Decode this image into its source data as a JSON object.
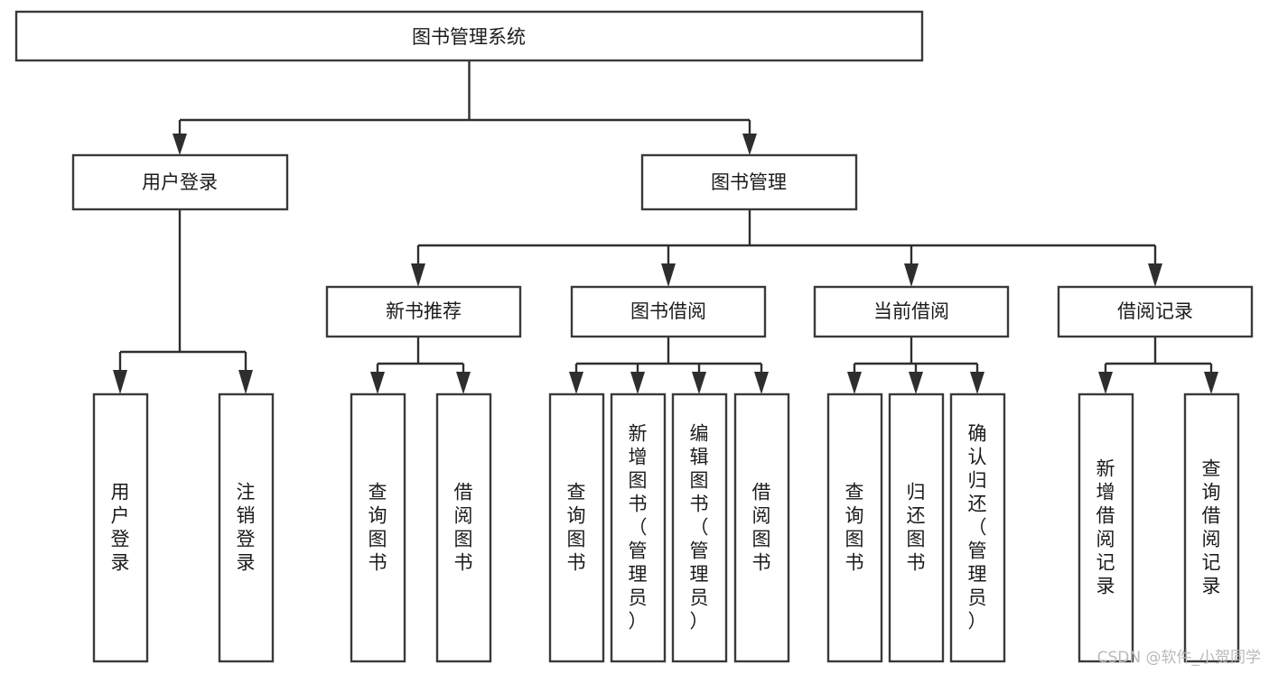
{
  "diagram": {
    "type": "tree-hierarchy",
    "title": "图书管理系统",
    "orientation": "top-down",
    "colors": {
      "box_fill": "#ffffff",
      "box_stroke": "#3a3a3a",
      "connector": "#2e2e2e",
      "text": "#1b1b1b",
      "watermark": "#b9b9b9",
      "background": "#ffffff"
    },
    "root": {
      "label": "图书管理系统"
    },
    "level2": [
      {
        "label": "用户登录"
      },
      {
        "label": "图书管理"
      }
    ],
    "level3": [
      {
        "label": "新书推荐"
      },
      {
        "label": "图书借阅"
      },
      {
        "label": "当前借阅"
      },
      {
        "label": "借阅记录"
      }
    ],
    "leaves": {
      "user_login": [
        {
          "label": "用户登录"
        },
        {
          "label": "注销登录"
        }
      ],
      "new_book_recommend": [
        {
          "label": "查询图书"
        },
        {
          "label": "借阅图书"
        }
      ],
      "book_borrow": [
        {
          "label": "查询图书"
        },
        {
          "label": "新增图书（管理员）"
        },
        {
          "label": "编辑图书（管理员）"
        },
        {
          "label": "借阅图书"
        }
      ],
      "current_borrow": [
        {
          "label": "查询图书"
        },
        {
          "label": "归还图书"
        },
        {
          "label": "确认归还（管理员）"
        }
      ],
      "borrow_record": [
        {
          "label": "新增借阅记录"
        },
        {
          "label": "查询借阅记录"
        }
      ]
    }
  },
  "watermark": {
    "text": "CSDN @软件_小贺同学"
  }
}
